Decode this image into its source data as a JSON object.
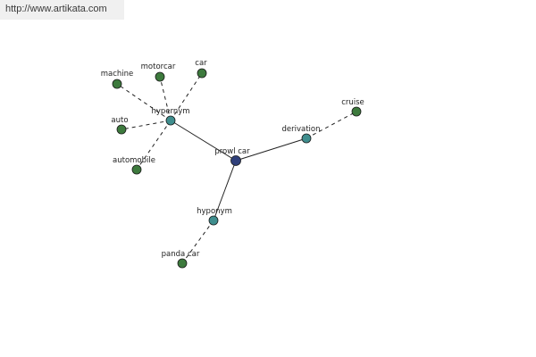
{
  "banner": {
    "url": "http://www.artikata.com"
  },
  "colors": {
    "root_node": "#2f3f7a",
    "relation_node": "#3f8e8e",
    "term_node": "#3d7a3d",
    "edge": "#222222",
    "banner_background": "#f0f0f0"
  },
  "graph": {
    "nodes": [
      {
        "id": "prowl-car",
        "label": "prowl car",
        "kind": "root"
      },
      {
        "id": "hypernym",
        "label": "hypernym",
        "kind": "relation"
      },
      {
        "id": "derivation",
        "label": "derivation",
        "kind": "relation"
      },
      {
        "id": "hyponym",
        "label": "hyponym",
        "kind": "relation"
      },
      {
        "id": "machine",
        "label": "machine",
        "kind": "term"
      },
      {
        "id": "motorcar",
        "label": "motorcar",
        "kind": "term"
      },
      {
        "id": "car",
        "label": "car",
        "kind": "term"
      },
      {
        "id": "auto",
        "label": "auto",
        "kind": "term"
      },
      {
        "id": "automobile",
        "label": "automobile",
        "kind": "term"
      },
      {
        "id": "cruise",
        "label": "cruise",
        "kind": "term"
      },
      {
        "id": "panda-car",
        "label": "panda car",
        "kind": "term"
      }
    ],
    "edges": [
      {
        "from": "prowl-car",
        "to": "hypernym",
        "style": "solid"
      },
      {
        "from": "prowl-car",
        "to": "derivation",
        "style": "solid"
      },
      {
        "from": "prowl-car",
        "to": "hyponym",
        "style": "solid"
      },
      {
        "from": "hypernym",
        "to": "machine",
        "style": "dashed"
      },
      {
        "from": "hypernym",
        "to": "motorcar",
        "style": "dashed"
      },
      {
        "from": "hypernym",
        "to": "car",
        "style": "dashed"
      },
      {
        "from": "hypernym",
        "to": "auto",
        "style": "dashed"
      },
      {
        "from": "hypernym",
        "to": "automobile",
        "style": "dashed"
      },
      {
        "from": "derivation",
        "to": "cruise",
        "style": "dashed"
      },
      {
        "from": "hyponym",
        "to": "panda-car",
        "style": "dashed"
      }
    ]
  }
}
